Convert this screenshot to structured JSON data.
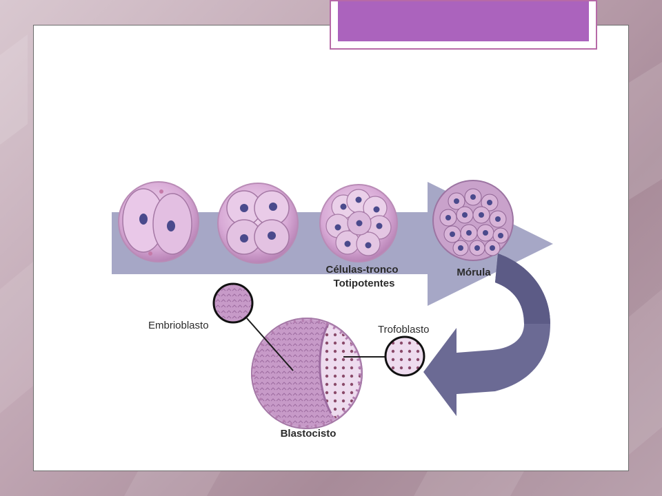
{
  "theme": {
    "accent": "#ab63bd",
    "arrow_light": "#a6a7c6",
    "arrow_dark": "#6b6a94",
    "cell_fill": "#e6c3e6",
    "nucleus": "#4a4a8c"
  },
  "labels": {
    "stem_cells_line1": "Células-tronco",
    "stem_cells_line2": "Totipotentes",
    "morula": "Mórula",
    "embryoblast": "Embrioblasto",
    "trophoblast": "Trofoblasto",
    "blastocyst": "Blastocisto"
  }
}
